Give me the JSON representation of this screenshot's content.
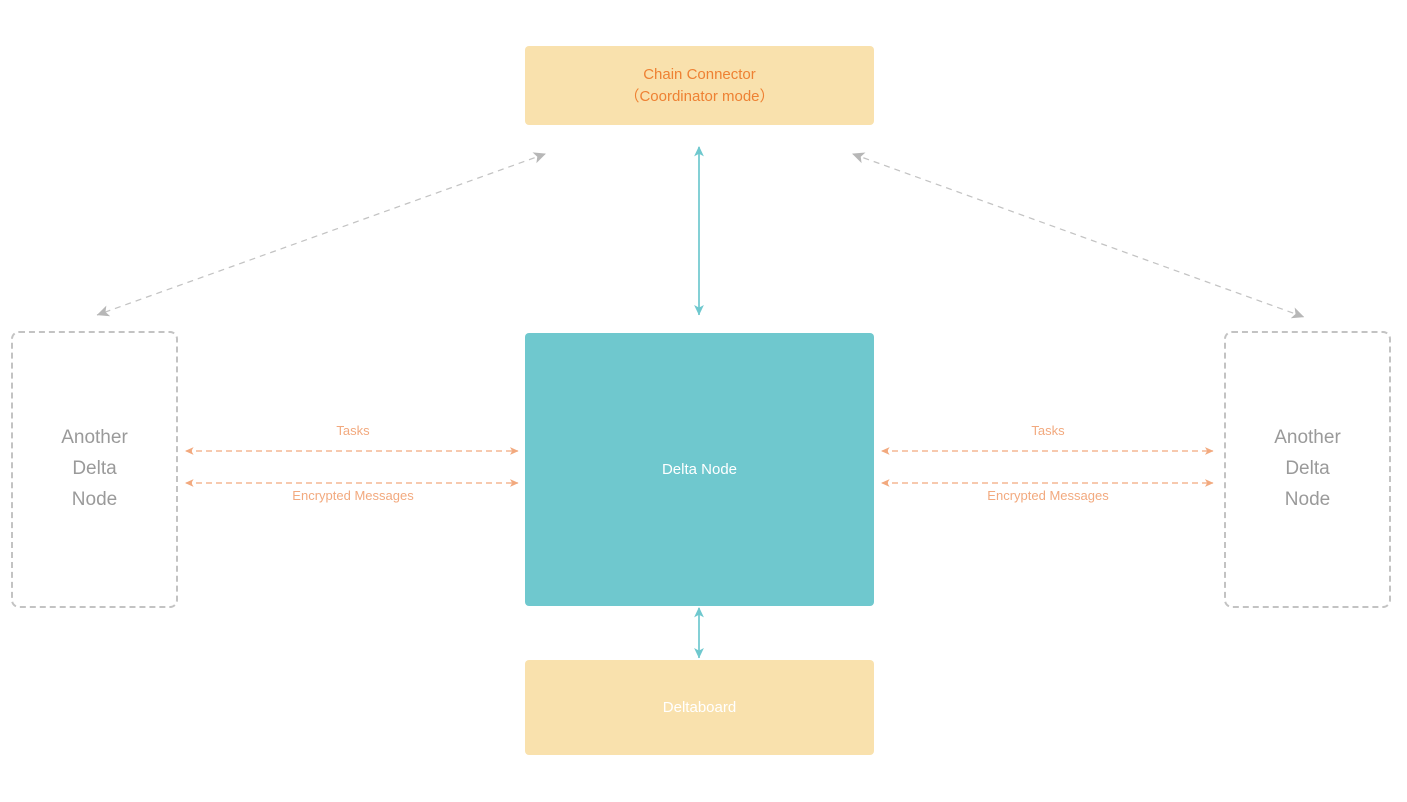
{
  "diagram": {
    "title": "Delta Node network topology",
    "colors": {
      "tan": "#f9e1ad",
      "orange_text": "#ee8133",
      "teal": "#6fc8ce",
      "edge_orange": "#f2a97e",
      "edge_gray": "#c3c3c3",
      "ghost_text": "#9a9a9a",
      "white": "#ffffff"
    },
    "nodes": {
      "chain_connector": {
        "label": "Chain Connector\n（Coordinator mode）",
        "line1": "Chain Connector",
        "line2": "（Coordinator mode）"
      },
      "delta_node": {
        "label": "Delta Node"
      },
      "deltaboard": {
        "label": "Deltaboard"
      },
      "another_delta_node_left": {
        "label": "Another\nDelta\nNode"
      },
      "another_delta_node_right": {
        "label": "Another\nDelta\nNode"
      }
    },
    "edges": {
      "left_tasks": {
        "label": "Tasks",
        "style": "dashed",
        "direction": "bidirectional",
        "color": "#f2a97e"
      },
      "left_encrypted": {
        "label": "Encrypted Messages",
        "style": "dashed",
        "direction": "bidirectional",
        "color": "#f2a97e"
      },
      "right_tasks": {
        "label": "Tasks",
        "style": "dashed",
        "direction": "bidirectional",
        "color": "#f2a97e"
      },
      "right_encrypted": {
        "label": "Encrypted Messages",
        "style": "dashed",
        "direction": "bidirectional",
        "color": "#f2a97e"
      },
      "connector_to_delta": {
        "label": "",
        "style": "solid",
        "direction": "bidirectional",
        "color": "#6fc8ce"
      },
      "delta_to_deltaboard": {
        "label": "",
        "style": "solid",
        "direction": "bidirectional",
        "color": "#6fc8ce"
      },
      "connector_to_left_ghost": {
        "label": "",
        "style": "dashed",
        "direction": "bidirectional",
        "color": "#c3c3c3"
      },
      "connector_to_right_ghost": {
        "label": "",
        "style": "dashed",
        "direction": "bidirectional",
        "color": "#c3c3c3"
      }
    }
  }
}
